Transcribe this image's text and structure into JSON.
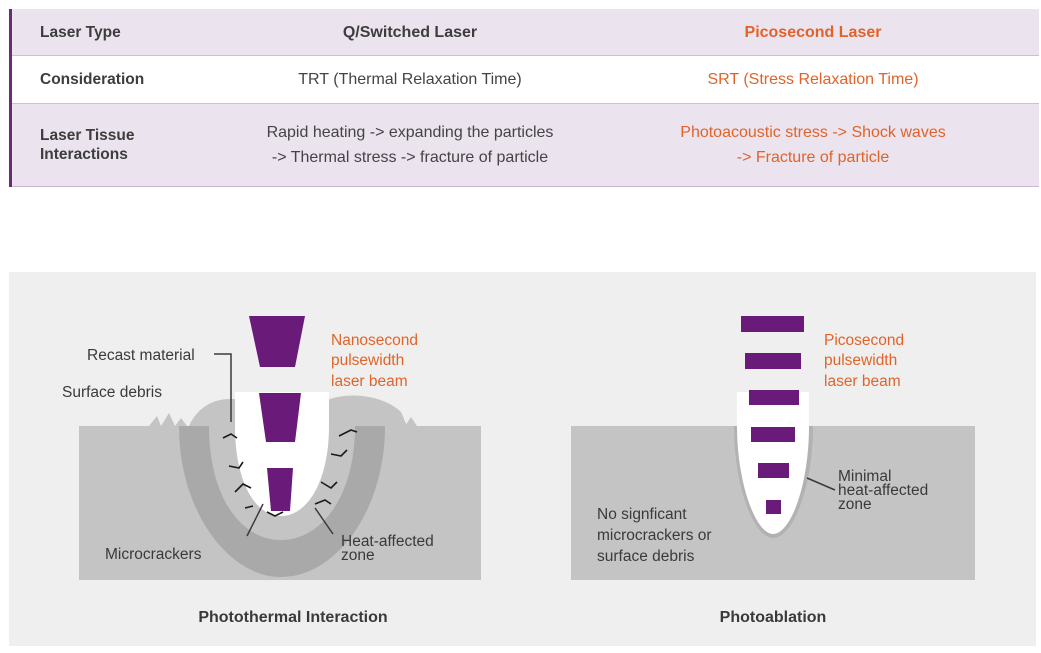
{
  "table": {
    "header": {
      "col1": "Laser Type",
      "col2": "Q/Switched Laser",
      "col3": "Picosecond Laser"
    },
    "consideration": {
      "label": "Consideration",
      "qswitched": "TRT (Thermal Relaxation Time)",
      "picosecond": "SRT (Stress Relaxation Time)"
    },
    "interactions": {
      "label": "Laser Tissue\nInteractions",
      "qswitched": "Rapid heating -> expanding the particles\n-> Thermal stress -> fracture of particle",
      "picosecond": "Photoacoustic stress -> Shock waves\n-> Fracture of particle"
    }
  },
  "left_diagram": {
    "caption": "Photothermal Interaction",
    "beam_label": [
      "Nanosecond",
      "pulsewidth",
      "laser beam"
    ],
    "recast_label": "Recast material",
    "debris_label": "Surface debris",
    "microcrackers_label": "Microcrackers",
    "heat_zone_label": [
      "Heat-affected",
      "zone"
    ]
  },
  "right_diagram": {
    "caption": "Photoablation",
    "beam_label": [
      "Picosecond",
      "pulsewidth",
      "laser beam"
    ],
    "minimal_label": [
      "Minimal",
      "heat-affected",
      "zone"
    ],
    "no_damage_label": [
      "No signficant",
      "microcrackers or",
      "surface debris"
    ]
  },
  "colors": {
    "accent_purple": "#6a1b7a",
    "accent_orange": "#e0642a",
    "header_bg": "#ebe3ee",
    "tissue_gray": "#c4c4c4",
    "panel_bg": "#efefef"
  }
}
